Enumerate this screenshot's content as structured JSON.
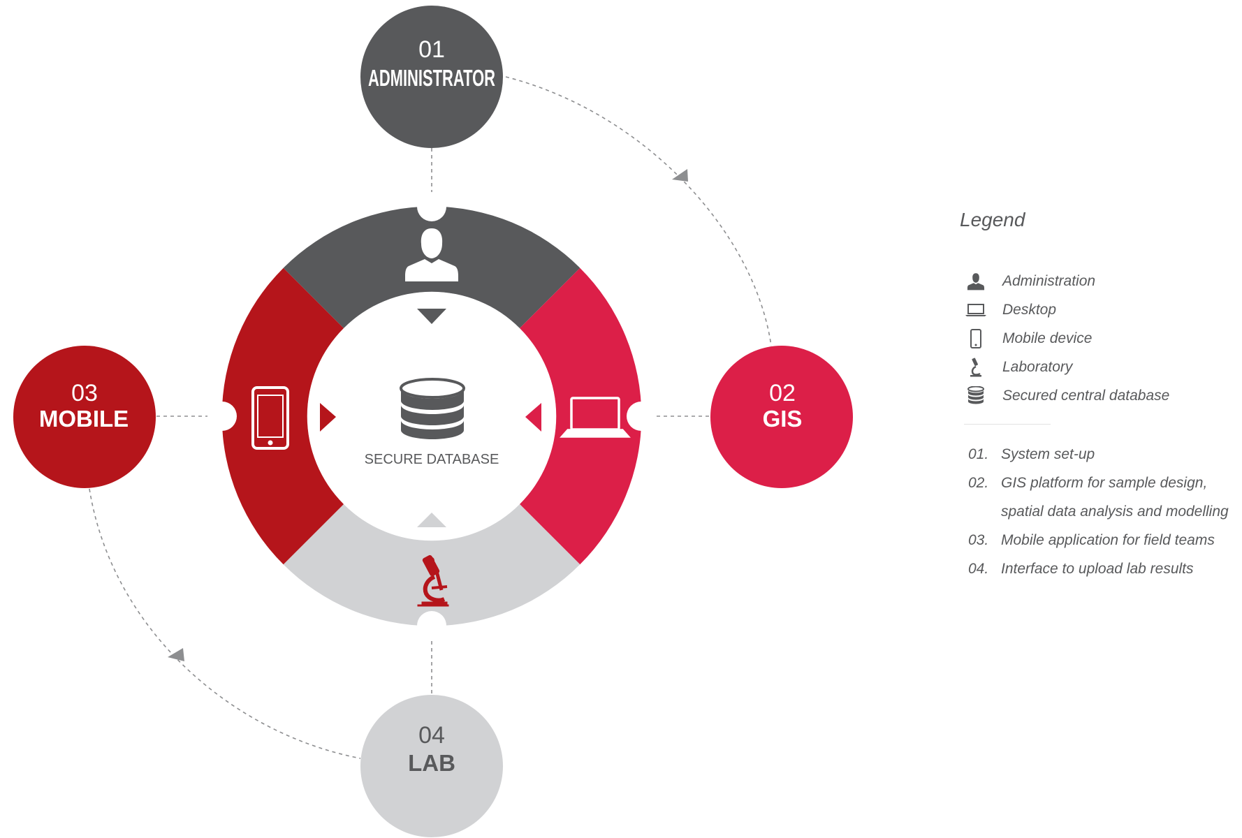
{
  "center": {
    "label": "SECURE DATABASE"
  },
  "nodes": {
    "administrator": {
      "number": "01",
      "name": "ADMINISTRATOR"
    },
    "gis": {
      "number": "02",
      "name": "GIS"
    },
    "mobile": {
      "number": "03",
      "name": "MOBILE"
    },
    "lab": {
      "number": "04",
      "name": "LAB"
    }
  },
  "legend": {
    "title": "Legend",
    "items": [
      {
        "icon": "person-icon",
        "label": "Administration"
      },
      {
        "icon": "laptop-icon",
        "label": "Desktop"
      },
      {
        "icon": "mobile-icon",
        "label": "Mobile device"
      },
      {
        "icon": "microscope-icon",
        "label": "Laboratory"
      },
      {
        "icon": "database-icon",
        "label": "Secured central database"
      }
    ],
    "steps": [
      {
        "number": "01.",
        "text": "System set-up"
      },
      {
        "number": "02.",
        "text": "GIS platform for sample design,",
        "continuation": "spatial data analysis and modelling"
      },
      {
        "number": "03.",
        "text": "Mobile application for field teams"
      },
      {
        "number": "04.",
        "text": "Interface to upload lab results"
      }
    ]
  },
  "colors": {
    "dark_gray": "#58595b",
    "light_gray": "#d1d2d4",
    "crimson": "#dc1f48",
    "dark_red": "#b5151b",
    "connector": "#8d8e90"
  }
}
